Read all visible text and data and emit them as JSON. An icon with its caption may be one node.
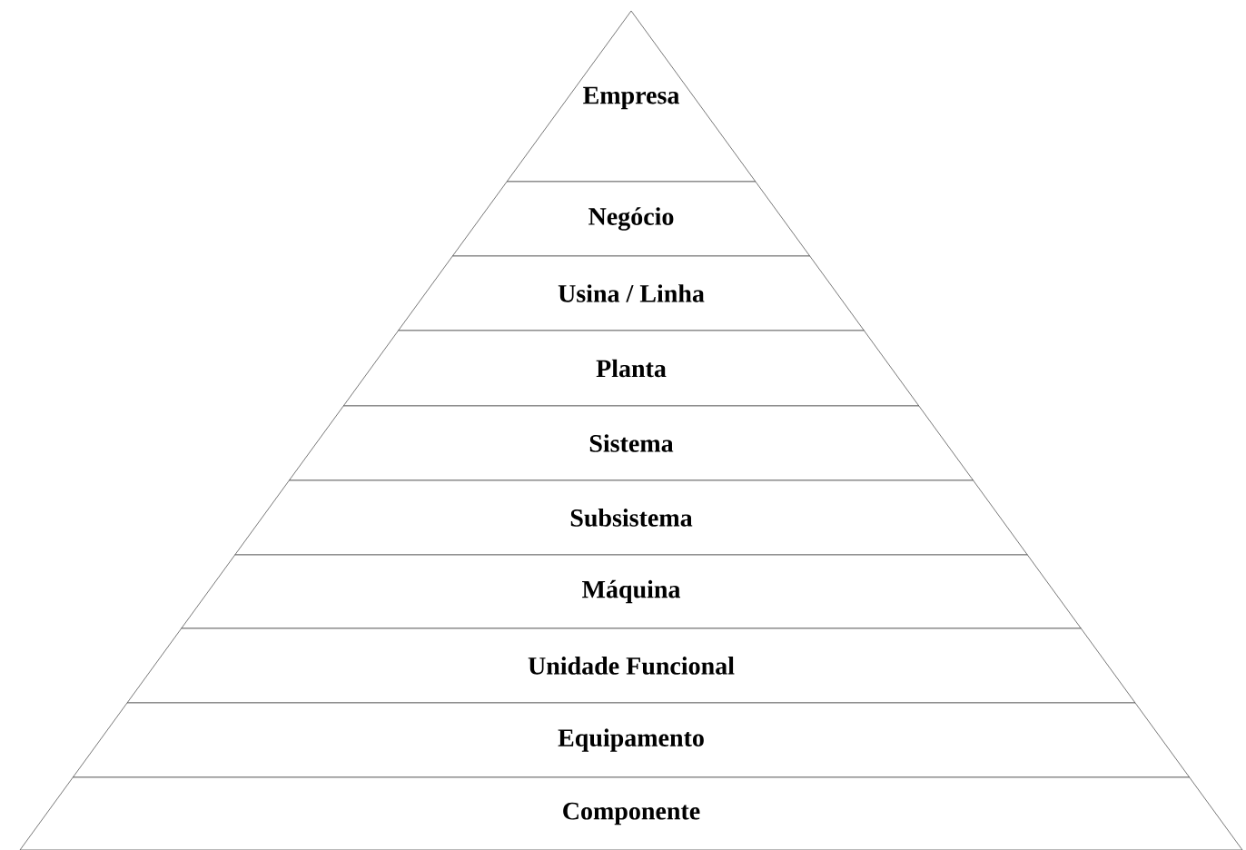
{
  "diagram": {
    "nodes": [
      {
        "text": [
          "Empresa"
        ]
      },
      {
        "text": [
          "Negócio"
        ]
      },
      {
        "text": [
          "Usina / Linha"
        ]
      },
      {
        "text": [
          "Planta"
        ]
      },
      {
        "text": [
          "Sistema"
        ]
      },
      {
        "text": [
          "Subsistema"
        ]
      },
      {
        "text": [
          "Máquina"
        ]
      },
      {
        "text": [
          "Unidade Funcional"
        ]
      },
      {
        "text": [
          "Equipamento"
        ]
      },
      {
        "text": [
          "Componente"
        ]
      }
    ]
  }
}
